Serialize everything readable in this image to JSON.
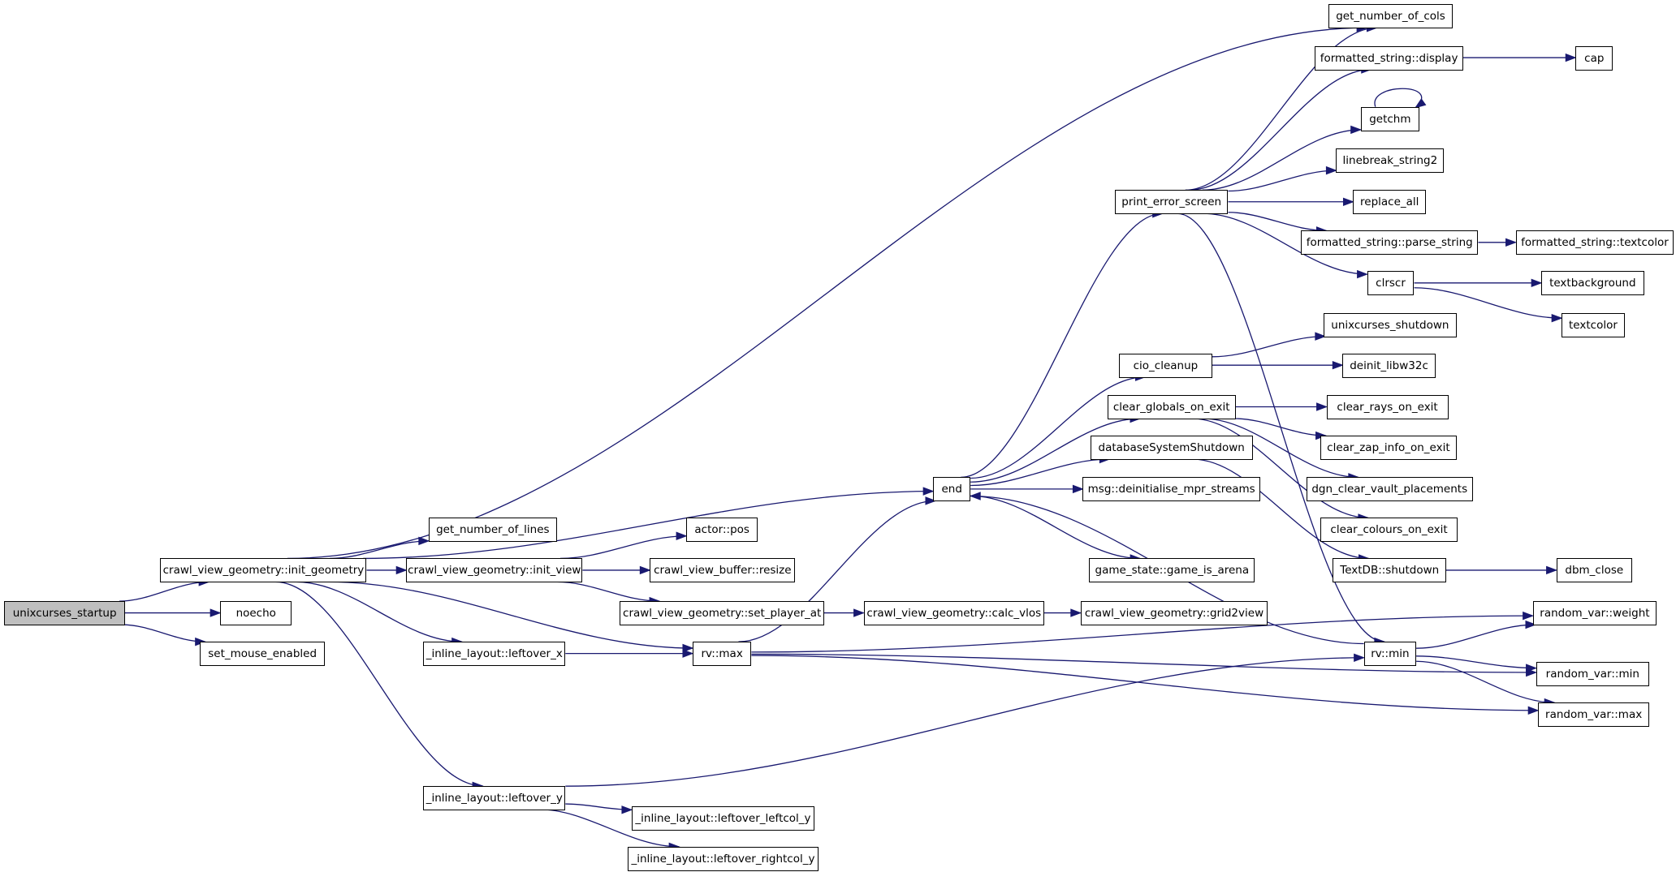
{
  "graph": {
    "nodes": [
      {
        "id": "unixcurses_startup",
        "label": "unixcurses_startup",
        "root": true
      },
      {
        "id": "noecho",
        "label": "noecho"
      },
      {
        "id": "set_mouse_enabled",
        "label": "set_mouse_enabled"
      },
      {
        "id": "cvg_init_geometry",
        "label": "crawl_view_geometry::init_geometry"
      },
      {
        "id": "get_number_of_lines",
        "label": "get_number_of_lines"
      },
      {
        "id": "cvg_init_view",
        "label": "crawl_view_geometry::init_view"
      },
      {
        "id": "actor_pos",
        "label": "actor::pos"
      },
      {
        "id": "cvb_resize",
        "label": "crawl_view_buffer::resize"
      },
      {
        "id": "cvg_set_player_at",
        "label": "crawl_view_geometry::set_player_at"
      },
      {
        "id": "cvg_calc_vlos",
        "label": "crawl_view_geometry::calc_vlos"
      },
      {
        "id": "cvg_grid2view",
        "label": "crawl_view_geometry::grid2view"
      },
      {
        "id": "leftover_x",
        "label": "_inline_layout::leftover_x"
      },
      {
        "id": "leftover_y",
        "label": "_inline_layout::leftover_y"
      },
      {
        "id": "leftover_leftcol_y",
        "label": "_inline_layout::leftover_leftcol_y"
      },
      {
        "id": "leftover_rightcol_y",
        "label": "_inline_layout::leftover_rightcol_y"
      },
      {
        "id": "rv_max",
        "label": "rv::max"
      },
      {
        "id": "rv_min",
        "label": "rv::min"
      },
      {
        "id": "end",
        "label": "end"
      },
      {
        "id": "print_error_screen",
        "label": "print_error_screen"
      },
      {
        "id": "cio_cleanup",
        "label": "cio_cleanup"
      },
      {
        "id": "clear_globals_on_exit",
        "label": "clear_globals_on_exit"
      },
      {
        "id": "databaseSystemShutdown",
        "label": "databaseSystemShutdown"
      },
      {
        "id": "msg_deinit",
        "label": "msg::deinitialise_mpr_streams"
      },
      {
        "id": "game_is_arena",
        "label": "game_state::game_is_arena"
      },
      {
        "id": "get_number_of_cols",
        "label": "get_number_of_cols"
      },
      {
        "id": "fs_display",
        "label": "formatted_string::display"
      },
      {
        "id": "cap",
        "label": "cap"
      },
      {
        "id": "getchm",
        "label": "getchm"
      },
      {
        "id": "linebreak_string2",
        "label": "linebreak_string2"
      },
      {
        "id": "replace_all",
        "label": "replace_all"
      },
      {
        "id": "fs_parse_string",
        "label": "formatted_string::parse_string"
      },
      {
        "id": "fs_textcolor",
        "label": "formatted_string::textcolor"
      },
      {
        "id": "clrscr",
        "label": "clrscr"
      },
      {
        "id": "textbackground",
        "label": "textbackground"
      },
      {
        "id": "textcolor",
        "label": "textcolor"
      },
      {
        "id": "unixcurses_shutdown",
        "label": "unixcurses_shutdown"
      },
      {
        "id": "deinit_libw32c",
        "label": "deinit_libw32c"
      },
      {
        "id": "clear_rays_on_exit",
        "label": "clear_rays_on_exit"
      },
      {
        "id": "clear_zap_info_on_exit",
        "label": "clear_zap_info_on_exit"
      },
      {
        "id": "dgn_clear_vault_placements",
        "label": "dgn_clear_vault_placements"
      },
      {
        "id": "clear_colours_on_exit",
        "label": "clear_colours_on_exit"
      },
      {
        "id": "textdb_shutdown",
        "label": "TextDB::shutdown"
      },
      {
        "id": "dbm_close",
        "label": "dbm_close"
      },
      {
        "id": "rvar_weight",
        "label": "random_var::weight"
      },
      {
        "id": "rvar_min",
        "label": "random_var::min"
      },
      {
        "id": "rvar_max",
        "label": "random_var::max"
      }
    ],
    "edges": [
      [
        "unixcurses_startup",
        "cvg_init_geometry"
      ],
      [
        "unixcurses_startup",
        "noecho"
      ],
      [
        "unixcurses_startup",
        "set_mouse_enabled"
      ],
      [
        "cvg_init_geometry",
        "get_number_of_cols"
      ],
      [
        "cvg_init_geometry",
        "end"
      ],
      [
        "cvg_init_geometry",
        "get_number_of_lines"
      ],
      [
        "cvg_init_geometry",
        "cvg_init_view"
      ],
      [
        "cvg_init_geometry",
        "rv_max"
      ],
      [
        "cvg_init_geometry",
        "leftover_x"
      ],
      [
        "cvg_init_geometry",
        "leftover_y"
      ],
      [
        "cvg_init_view",
        "actor_pos"
      ],
      [
        "cvg_init_view",
        "cvb_resize"
      ],
      [
        "cvg_init_view",
        "cvg_set_player_at"
      ],
      [
        "cvg_set_player_at",
        "cvg_calc_vlos"
      ],
      [
        "cvg_calc_vlos",
        "cvg_grid2view"
      ],
      [
        "leftover_x",
        "rv_max"
      ],
      [
        "leftover_y",
        "rv_min"
      ],
      [
        "leftover_y",
        "leftover_leftcol_y"
      ],
      [
        "leftover_y",
        "leftover_rightcol_y"
      ],
      [
        "rv_max",
        "end"
      ],
      [
        "rv_max",
        "rvar_weight"
      ],
      [
        "rv_max",
        "rvar_min"
      ],
      [
        "rv_max",
        "rvar_max"
      ],
      [
        "rv_min",
        "end"
      ],
      [
        "rv_min",
        "rvar_weight"
      ],
      [
        "rv_min",
        "rvar_min"
      ],
      [
        "rv_min",
        "rvar_max"
      ],
      [
        "end",
        "print_error_screen"
      ],
      [
        "end",
        "cio_cleanup"
      ],
      [
        "end",
        "clear_globals_on_exit"
      ],
      [
        "end",
        "databaseSystemShutdown"
      ],
      [
        "end",
        "msg_deinit"
      ],
      [
        "end",
        "game_is_arena"
      ],
      [
        "print_error_screen",
        "get_number_of_cols"
      ],
      [
        "print_error_screen",
        "fs_display"
      ],
      [
        "print_error_screen",
        "getchm"
      ],
      [
        "print_error_screen",
        "linebreak_string2"
      ],
      [
        "print_error_screen",
        "replace_all"
      ],
      [
        "print_error_screen",
        "fs_parse_string"
      ],
      [
        "print_error_screen",
        "clrscr"
      ],
      [
        "print_error_screen",
        "rv_min"
      ],
      [
        "fs_display",
        "cap"
      ],
      [
        "getchm",
        "getchm"
      ],
      [
        "fs_parse_string",
        "fs_textcolor"
      ],
      [
        "clrscr",
        "textbackground"
      ],
      [
        "clrscr",
        "textcolor"
      ],
      [
        "cio_cleanup",
        "unixcurses_shutdown"
      ],
      [
        "cio_cleanup",
        "deinit_libw32c"
      ],
      [
        "clear_globals_on_exit",
        "clear_rays_on_exit"
      ],
      [
        "clear_globals_on_exit",
        "clear_zap_info_on_exit"
      ],
      [
        "clear_globals_on_exit",
        "dgn_clear_vault_placements"
      ],
      [
        "clear_globals_on_exit",
        "clear_colours_on_exit"
      ],
      [
        "databaseSystemShutdown",
        "textdb_shutdown"
      ],
      [
        "textdb_shutdown",
        "dbm_close"
      ]
    ]
  }
}
